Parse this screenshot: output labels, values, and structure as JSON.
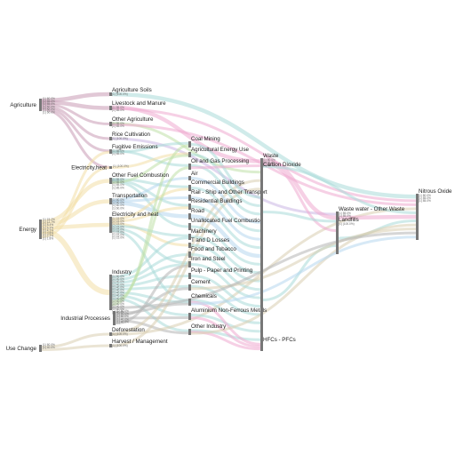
{
  "colors": {
    "agriculture": "#c99ab5",
    "energy": "#f2dea6",
    "industrial": "#b5b5b5",
    "landuse": "#d8cdb0",
    "teal": "#a9dad8",
    "pink": "#efaad0",
    "green": "#bfe0a8",
    "lightblue": "#b7d7ee",
    "lavender": "#cab6e3"
  },
  "nodes": [
    {
      "id": "agriculture",
      "label": "Agriculture",
      "sub": [
        "(1) 60.0%",
        "(1) 85.0%",
        "(1) 85.0%",
        "(1) 60.0%",
        "(1) 60.0%",
        "(1) 60.0%"
      ]
    },
    {
      "id": "energy",
      "label": "Energy",
      "sub": [
        "(1) 15.2%",
        "(1) 12.7%",
        "(1) 8.4%",
        "(1) 6.3%",
        "(1) 4.1%",
        "(1) 3.8%",
        "(1) 2.2%",
        "(1) 1.8%"
      ]
    },
    {
      "id": "industrial-processes",
      "label": "Industrial Processes",
      "sub": [
        "(1) 80.0%",
        "(1) 50.0%",
        "(1) 50.0%",
        "(1) 40.0%",
        "(1) 40.0%"
      ]
    },
    {
      "id": "land-use-change",
      "label": "Use Change",
      "sub": [
        "(1) 60.0%",
        "(1) 40.0%"
      ]
    },
    {
      "id": "agriculture-soils",
      "label": "Agriculture Soils",
      "sub": [
        "(1) (100.0%)"
      ]
    },
    {
      "id": "livestock-manure",
      "label": "Livestock and Manure",
      "sub": [
        "(1) 85.0%",
        "(1) 85.0%"
      ]
    },
    {
      "id": "other-agriculture",
      "label": "Other Agriculture",
      "sub": [
        "(1) 85.0%",
        "(1) 85.0%"
      ]
    },
    {
      "id": "rice-cultivation",
      "label": "Rice Cultivation",
      "sub": [
        "(1) (100.0%)"
      ]
    },
    {
      "id": "fugitive-emissions",
      "label": "Fugitive Emissions",
      "sub": [
        "(1) 85.0%",
        "(1) 85.0%"
      ]
    },
    {
      "id": "electricity-heat-a",
      "label": "Electricity,heat",
      "sub": [
        "(1) (100.0%)"
      ]
    },
    {
      "id": "other-fuel-combustion",
      "label": "Other Fuel Combustion",
      "sub": [
        "(1) 85.0%",
        "(1) 85.0%",
        "(1) 85.0%",
        "(1) 85.0%"
      ]
    },
    {
      "id": "transportation",
      "label": "Transportation",
      "sub": [
        "(1) 60.0%",
        "(1) 60.0%",
        "(1) 60.0%",
        "(1) 60.0%"
      ]
    },
    {
      "id": "electricity-heat-b",
      "label": "Electricity and heat",
      "sub": [
        "(1) 15.0%",
        "(1) 15.0%",
        "(1) 15.0%",
        "(1) 15.0%",
        "(1) 15.0%",
        "(1) 15.0%",
        "(1) 15.0%",
        "(1) 15.0%"
      ]
    },
    {
      "id": "industry",
      "label": "Industry",
      "sub": [
        "(1) 60.0%",
        "(1) 40.0%",
        "(1) 40.0%",
        "(1) 40.0%",
        "(1) 40.0%",
        "(1) 40.0%",
        "(1) 40.0%",
        "(1) 40.0%",
        "(1) 40.0%",
        "(1) 40.0%",
        "(1) 40.0%",
        "(1) 40.0%",
        "(1) 40.0%",
        "(1) 40.0%"
      ]
    },
    {
      "id": "deforestation",
      "label": "Deforestation",
      "sub": [
        "(1) (100.0%)"
      ]
    },
    {
      "id": "harvest-management",
      "label": "Harvest / Management",
      "sub": [
        "(1) (100.0%)"
      ]
    },
    {
      "id": "coal-mining",
      "label": "Coal Mining",
      "sub": []
    },
    {
      "id": "agricultural-energy-use",
      "label": "Agricultural Energy Use",
      "sub": []
    },
    {
      "id": "oil-gas-processing",
      "label": "Oil and Gas Processing",
      "sub": []
    },
    {
      "id": "air",
      "label": "Air",
      "sub": []
    },
    {
      "id": "commercial-buildings",
      "label": "Commercial Buildings",
      "sub": []
    },
    {
      "id": "rail-ship-transport",
      "label": "Rail - Ship and Other Transport",
      "sub": []
    },
    {
      "id": "residential-buildings",
      "label": "Residential Buildings",
      "sub": []
    },
    {
      "id": "road",
      "label": "Road",
      "sub": []
    },
    {
      "id": "unallocated-fuel",
      "label": "Unallocated Fuel Combustion",
      "sub": []
    },
    {
      "id": "machinery",
      "label": "Machinery",
      "sub": []
    },
    {
      "id": "td-losses",
      "label": "T and D Losses",
      "sub": []
    },
    {
      "id": "food-tobacco",
      "label": "Food and Tobacco",
      "sub": []
    },
    {
      "id": "iron-steel",
      "label": "Iron and Steel",
      "sub": []
    },
    {
      "id": "pulp-paper",
      "label": "Pulp - Paper and Printing",
      "sub": []
    },
    {
      "id": "cement",
      "label": "Cement",
      "sub": []
    },
    {
      "id": "chemicals",
      "label": "Chemicals",
      "sub": []
    },
    {
      "id": "aluminium",
      "label": "Aluminium Non-Ferrous Metals",
      "sub": []
    },
    {
      "id": "other-industry",
      "label": "Other Industry",
      "sub": []
    },
    {
      "id": "waste",
      "label": "Waste",
      "sub": [
        "(1) 80.0%",
        "(1) 85.0%",
        "(1) 85.0%"
      ]
    },
    {
      "id": "carbon-dioxide",
      "label": "Carbon Dioxide",
      "sub": []
    },
    {
      "id": "hfcs-pfcs",
      "label": "HFCs - PFCs",
      "sub": []
    },
    {
      "id": "waste-water",
      "label": "Waste water - Other Waste",
      "sub": [
        "(1) 85.0%",
        "(1) 85.0%"
      ]
    },
    {
      "id": "landfills",
      "label": "Landfills",
      "sub": [
        "(1) (100.0%)"
      ]
    },
    {
      "id": "nitrous-oxide",
      "label": "Nitrous Oxide",
      "sub": [
        "(1) 80.0%",
        "(1) 85.0%",
        "(1) 85.0%"
      ]
    }
  ],
  "links": [
    {
      "s": "agriculture",
      "t": "agriculture-soils",
      "w": 3,
      "c": "agriculture"
    },
    {
      "s": "agriculture",
      "t": "livestock-manure",
      "w": 3,
      "c": "agriculture"
    },
    {
      "s": "agriculture",
      "t": "other-agriculture",
      "w": 2,
      "c": "agriculture"
    },
    {
      "s": "agriculture",
      "t": "rice-cultivation",
      "w": 2,
      "c": "agriculture"
    },
    {
      "s": "agriculture",
      "t": "fugitive-emissions",
      "w": 2,
      "c": "agriculture"
    },
    {
      "s": "agriculture",
      "t": "electricity-heat-a",
      "w": 2,
      "c": "agriculture"
    },
    {
      "s": "agriculture-soils",
      "t": "nitrous-oxide",
      "w": 3,
      "c": "teal"
    },
    {
      "s": "livestock-manure",
      "t": "waste",
      "w": 3,
      "c": "pink"
    },
    {
      "s": "livestock-manure",
      "t": "nitrous-oxide",
      "w": 2,
      "c": "pink"
    },
    {
      "s": "other-agriculture",
      "t": "carbon-dioxide",
      "w": 2,
      "c": "green"
    },
    {
      "s": "other-agriculture",
      "t": "nitrous-oxide",
      "w": 2,
      "c": "pink"
    },
    {
      "s": "rice-cultivation",
      "t": "waste-water",
      "w": 2,
      "c": "lavender"
    },
    {
      "s": "fugitive-emissions",
      "t": "oil-gas-processing",
      "w": 2,
      "c": "teal"
    },
    {
      "s": "fugitive-emissions",
      "t": "coal-mining",
      "w": 2,
      "c": "teal"
    },
    {
      "s": "electricity-heat-a",
      "t": "agricultural-energy-use",
      "w": 2,
      "c": "energy"
    },
    {
      "s": "energy",
      "t": "other-fuel-combustion",
      "w": 3,
      "c": "energy"
    },
    {
      "s": "energy",
      "t": "transportation",
      "w": 3,
      "c": "energy"
    },
    {
      "s": "energy",
      "t": "electricity-heat-b",
      "w": 3,
      "c": "energy"
    },
    {
      "s": "energy",
      "t": "industry",
      "w": 4,
      "c": "energy"
    },
    {
      "s": "energy",
      "t": "fugitive-emissions",
      "w": 2,
      "c": "energy"
    },
    {
      "s": "energy",
      "t": "electricity-heat-a",
      "w": 2,
      "c": "energy"
    },
    {
      "s": "other-fuel-combustion",
      "t": "commercial-buildings",
      "w": 2,
      "c": "teal"
    },
    {
      "s": "other-fuel-combustion",
      "t": "residential-buildings",
      "w": 2,
      "c": "teal"
    },
    {
      "s": "other-fuel-combustion",
      "t": "unallocated-fuel",
      "w": 2,
      "c": "teal"
    },
    {
      "s": "other-fuel-combustion",
      "t": "agricultural-energy-use",
      "w": 2,
      "c": "green"
    },
    {
      "s": "transportation",
      "t": "air",
      "w": 2,
      "c": "lightblue"
    },
    {
      "s": "transportation",
      "t": "rail-ship-transport",
      "w": 2,
      "c": "lightblue"
    },
    {
      "s": "transportation",
      "t": "road",
      "w": 3,
      "c": "lightblue"
    },
    {
      "s": "electricity-heat-b",
      "t": "commercial-buildings",
      "w": 2,
      "c": "energy"
    },
    {
      "s": "electricity-heat-b",
      "t": "residential-buildings",
      "w": 2,
      "c": "energy"
    },
    {
      "s": "electricity-heat-b",
      "t": "td-losses",
      "w": 2,
      "c": "energy"
    },
    {
      "s": "electricity-heat-b",
      "t": "machinery",
      "w": 2,
      "c": "teal"
    },
    {
      "s": "electricity-heat-b",
      "t": "iron-steel",
      "w": 2,
      "c": "teal"
    },
    {
      "s": "electricity-heat-b",
      "t": "chemicals",
      "w": 2,
      "c": "teal"
    },
    {
      "s": "industry",
      "t": "machinery",
      "w": 2,
      "c": "teal"
    },
    {
      "s": "industry",
      "t": "food-tobacco",
      "w": 2,
      "c": "teal"
    },
    {
      "s": "industry",
      "t": "iron-steel",
      "w": 2,
      "c": "teal"
    },
    {
      "s": "industry",
      "t": "pulp-paper",
      "w": 2,
      "c": "teal"
    },
    {
      "s": "industry",
      "t": "cement",
      "w": 2,
      "c": "teal"
    },
    {
      "s": "industry",
      "t": "chemicals",
      "w": 2,
      "c": "teal"
    },
    {
      "s": "industry",
      "t": "aluminium",
      "w": 2,
      "c": "teal"
    },
    {
      "s": "industry",
      "t": "other-industry",
      "w": 2,
      "c": "teal"
    },
    {
      "s": "industry",
      "t": "oil-gas-processing",
      "w": 2,
      "c": "green"
    },
    {
      "s": "industry",
      "t": "coal-mining",
      "w": 2,
      "c": "green"
    },
    {
      "s": "industrial-processes",
      "t": "chemicals",
      "w": 2,
      "c": "industrial"
    },
    {
      "s": "industrial-processes",
      "t": "cement",
      "w": 2,
      "c": "industrial"
    },
    {
      "s": "industrial-processes",
      "t": "aluminium",
      "w": 2,
      "c": "industrial"
    },
    {
      "s": "industrial-processes",
      "t": "other-industry",
      "w": 2,
      "c": "industrial"
    },
    {
      "s": "industrial-processes",
      "t": "iron-steel",
      "w": 2,
      "c": "industrial"
    },
    {
      "s": "land-use-change",
      "t": "deforestation",
      "w": 2,
      "c": "landuse"
    },
    {
      "s": "land-use-change",
      "t": "harvest-management",
      "w": 2,
      "c": "landuse"
    },
    {
      "s": "deforestation",
      "t": "carbon-dioxide",
      "w": 2,
      "c": "landuse"
    },
    {
      "s": "harvest-management",
      "t": "carbon-dioxide",
      "w": 2,
      "c": "landuse"
    },
    {
      "s": "deforestation",
      "t": "nitrous-oxide",
      "w": 2,
      "c": "landuse"
    },
    {
      "s": "coal-mining",
      "t": "carbon-dioxide",
      "w": 2,
      "c": "teal"
    },
    {
      "s": "agricultural-energy-use",
      "t": "carbon-dioxide",
      "w": 2,
      "c": "teal"
    },
    {
      "s": "oil-gas-processing",
      "t": "carbon-dioxide",
      "w": 2,
      "c": "teal"
    },
    {
      "s": "air",
      "t": "carbon-dioxide",
      "w": 2,
      "c": "lightblue"
    },
    {
      "s": "commercial-buildings",
      "t": "carbon-dioxide",
      "w": 2,
      "c": "teal"
    },
    {
      "s": "rail-ship-transport",
      "t": "carbon-dioxide",
      "w": 2,
      "c": "lightblue"
    },
    {
      "s": "residential-buildings",
      "t": "carbon-dioxide",
      "w": 2,
      "c": "teal"
    },
    {
      "s": "road",
      "t": "carbon-dioxide",
      "w": 3,
      "c": "lightblue"
    },
    {
      "s": "unallocated-fuel",
      "t": "carbon-dioxide",
      "w": 2,
      "c": "teal"
    },
    {
      "s": "machinery",
      "t": "carbon-dioxide",
      "w": 2,
      "c": "teal"
    },
    {
      "s": "td-losses",
      "t": "carbon-dioxide",
      "w": 2,
      "c": "teal"
    },
    {
      "s": "food-tobacco",
      "t": "carbon-dioxide",
      "w": 2,
      "c": "teal"
    },
    {
      "s": "iron-steel",
      "t": "carbon-dioxide",
      "w": 2,
      "c": "teal"
    },
    {
      "s": "pulp-paper",
      "t": "carbon-dioxide",
      "w": 2,
      "c": "teal"
    },
    {
      "s": "cement",
      "t": "carbon-dioxide",
      "w": 2,
      "c": "teal"
    },
    {
      "s": "chemicals",
      "t": "carbon-dioxide",
      "w": 2,
      "c": "teal"
    },
    {
      "s": "aluminium",
      "t": "carbon-dioxide",
      "w": 2,
      "c": "teal"
    },
    {
      "s": "other-industry",
      "t": "carbon-dioxide",
      "w": 2,
      "c": "teal"
    },
    {
      "s": "chemicals",
      "t": "hfcs-pfcs",
      "w": 2,
      "c": "pink"
    },
    {
      "s": "aluminium",
      "t": "hfcs-pfcs",
      "w": 2,
      "c": "pink"
    },
    {
      "s": "other-industry",
      "t": "hfcs-pfcs",
      "w": 2,
      "c": "pink"
    },
    {
      "s": "oil-gas-processing",
      "t": "waste",
      "w": 2,
      "c": "pink"
    },
    {
      "s": "waste",
      "t": "waste-water",
      "w": 3,
      "c": "pink"
    },
    {
      "s": "waste",
      "t": "landfills",
      "w": 2,
      "c": "pink"
    },
    {
      "s": "waste",
      "t": "nitrous-oxide",
      "w": 2,
      "c": "teal"
    },
    {
      "s": "carbon-dioxide",
      "t": "waste-water",
      "w": 2,
      "c": "teal"
    },
    {
      "s": "carbon-dioxide",
      "t": "landfills",
      "w": 2,
      "c": "teal"
    },
    {
      "s": "waste-water",
      "t": "nitrous-oxide",
      "w": 3,
      "c": "pink"
    },
    {
      "s": "landfills",
      "t": "nitrous-oxide",
      "w": 2,
      "c": "teal"
    },
    {
      "s": "other-industry",
      "t": "nitrous-oxide",
      "w": 2,
      "c": "landuse"
    },
    {
      "s": "cement",
      "t": "nitrous-oxide",
      "w": 2,
      "c": "landuse"
    },
    {
      "s": "industry",
      "t": "nitrous-oxide",
      "w": 2,
      "c": "industrial"
    },
    {
      "s": "chemicals",
      "t": "nitrous-oxide",
      "w": 2,
      "c": "lightblue"
    }
  ]
}
